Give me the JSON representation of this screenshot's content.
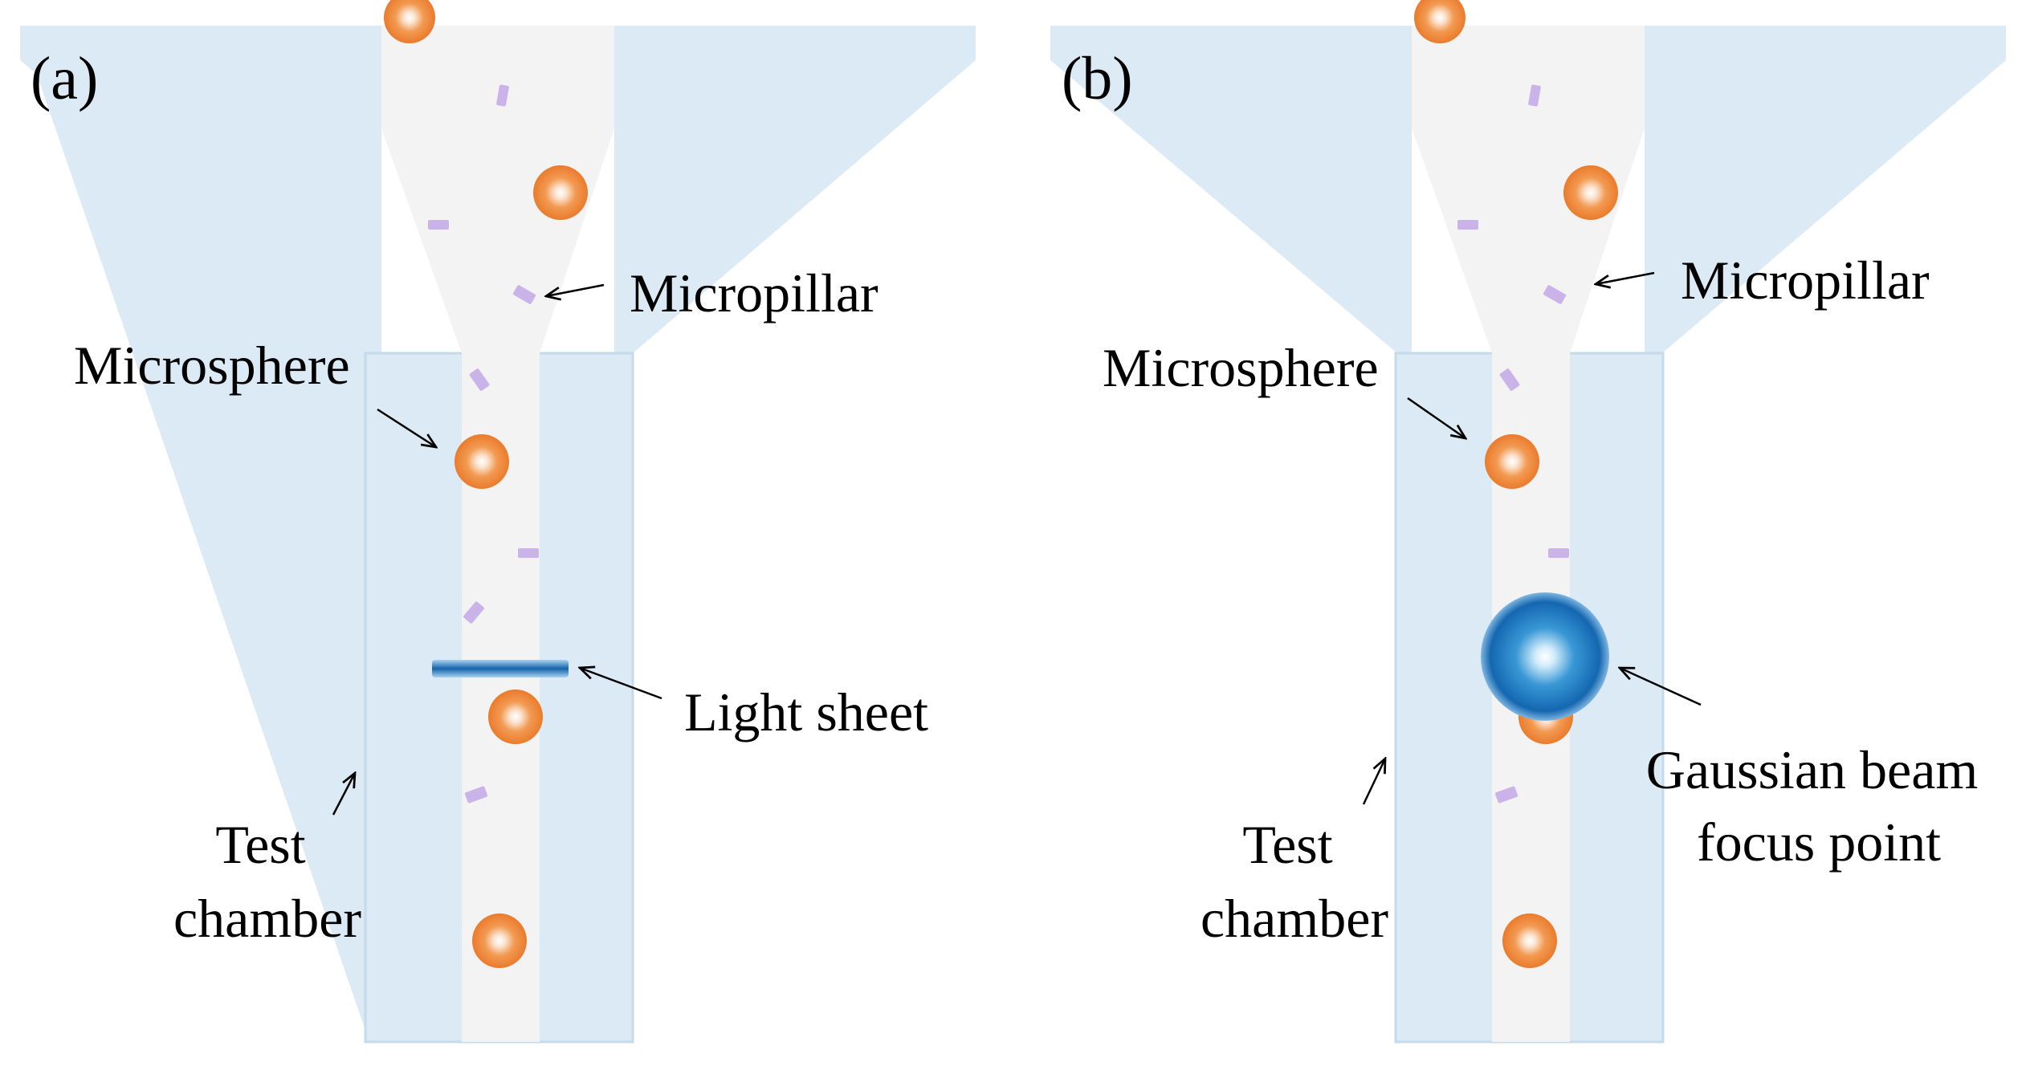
{
  "panels": [
    {
      "panel_label": "(a)",
      "labels": {
        "micropillar": "Micropillar",
        "microsphere": "Microsphere",
        "test_chamber": [
          "Test",
          "chamber"
        ],
        "beam": [
          "Light sheet"
        ]
      },
      "beam_type": "light-sheet"
    },
    {
      "panel_label": "(b)",
      "labels": {
        "micropillar": "Micropillar",
        "microsphere": "Microsphere",
        "test_chamber": [
          "Test",
          "chamber"
        ],
        "beam": [
          "Gaussian beam",
          "focus point"
        ]
      },
      "beam_type": "gaussian-focus"
    }
  ],
  "colors": {
    "chamber_fill": "#dbeaf5",
    "chamber_edge": "#c4dbeb",
    "channel_fill": "#f3f3f3",
    "microsphere": "#f0883e",
    "micropillar": "#c9b3e8",
    "light_sheet": "#1e78c2",
    "gaussian_beam": "#1a7cc4"
  }
}
